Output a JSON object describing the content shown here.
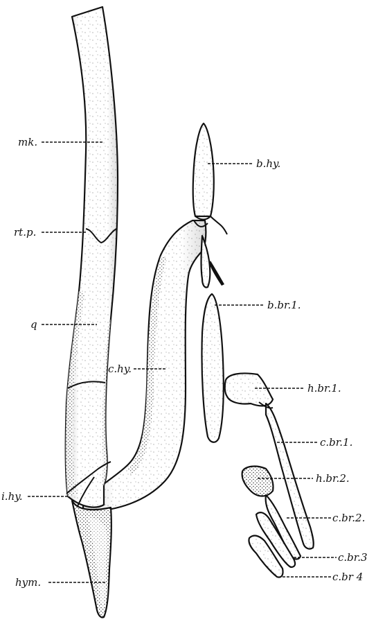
{
  "labels": {
    "mk": "mk.",
    "rtp": "rt.p.",
    "q": "q",
    "chy": "c.hy.",
    "ihy": "i.hy.",
    "hym": "hym.",
    "bhy": "b.hy.",
    "bbr1": "b.br.1.",
    "hbr1": "h.br.1.",
    "cbr1": "c.br.1.",
    "hbr2": "h.br.2.",
    "cbr2": "c.br.2.",
    "cbr3": "c.br.3",
    "cbr4": "c.br 4"
  }
}
